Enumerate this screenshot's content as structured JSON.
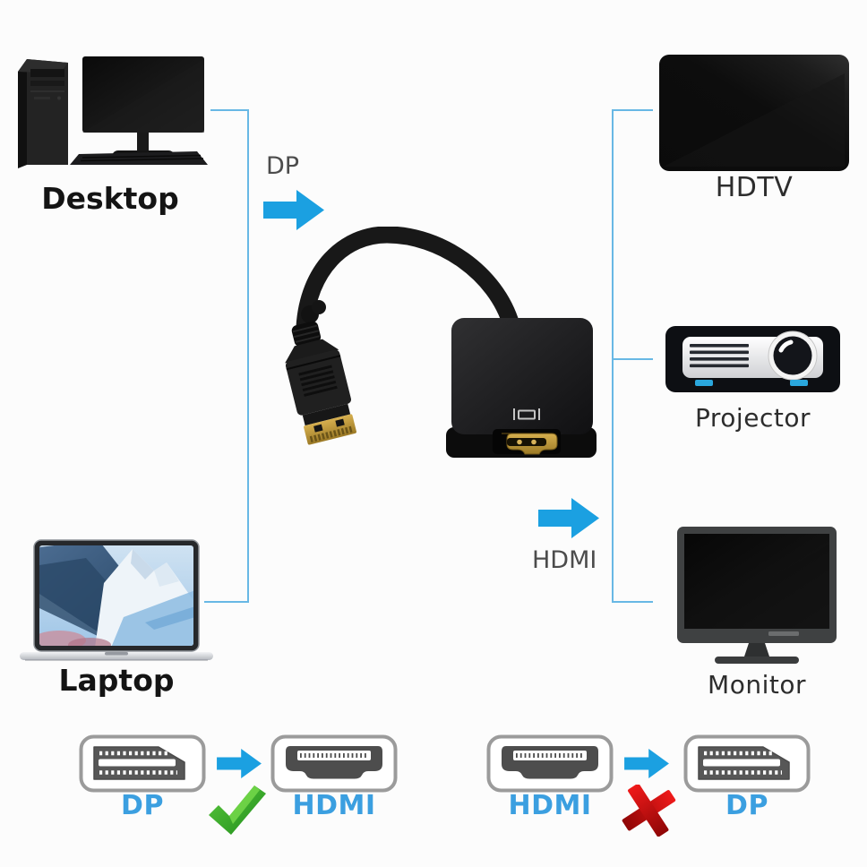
{
  "devices": {
    "desktop": {
      "label": "Desktop"
    },
    "hdtv": {
      "label": "HDTV"
    },
    "projector": {
      "label": "Projector"
    },
    "monitor": {
      "label": "Monitor"
    },
    "laptop": {
      "label": "Laptop"
    }
  },
  "adapter": {
    "input_connector": "DP",
    "output_connector": "HDMI"
  },
  "compatibility": [
    {
      "from": "DP",
      "to": "HDMI",
      "result": "compatible",
      "mark": "check"
    },
    {
      "from": "HDMI",
      "to": "DP",
      "result": "incompatible",
      "mark": "cross"
    }
  ],
  "colors": {
    "arrow_blue": "#1ba0e1",
    "port_label_blue": "#3b9fe0",
    "line_blue": "#68b8e5",
    "check_green": "#3fae28",
    "cross_red": "#d61414"
  }
}
